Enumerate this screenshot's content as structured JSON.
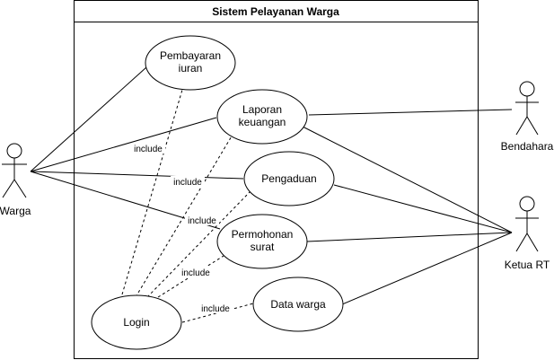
{
  "system": {
    "title": "Sistem Pelayanan Warga"
  },
  "actors": [
    {
      "id": "warga",
      "label": "Warga"
    },
    {
      "id": "bendahara",
      "label": "Bendahara"
    },
    {
      "id": "ketua_rt",
      "label": "Ketua RT"
    }
  ],
  "use_cases": [
    {
      "id": "pembayaran",
      "lines": [
        "Pembayaran",
        "iuran"
      ]
    },
    {
      "id": "laporan",
      "lines": [
        "Laporan",
        "keuangan"
      ]
    },
    {
      "id": "pengaduan",
      "lines": [
        "Pengaduan"
      ]
    },
    {
      "id": "permohonan",
      "lines": [
        "Permohonan",
        "surat"
      ]
    },
    {
      "id": "login",
      "lines": [
        "Login"
      ]
    },
    {
      "id": "data_warga",
      "lines": [
        "Data warga"
      ]
    }
  ],
  "include_relations": [
    {
      "from": "login",
      "to": "pembayaran",
      "label": "include"
    },
    {
      "from": "login",
      "to": "laporan",
      "label": "include"
    },
    {
      "from": "login",
      "to": "pengaduan",
      "label": "include"
    },
    {
      "from": "login",
      "to": "permohonan",
      "label": "include"
    },
    {
      "from": "login",
      "to": "data_warga",
      "label": "include"
    }
  ],
  "associations": [
    {
      "actor": "warga",
      "use_case": "pembayaran"
    },
    {
      "actor": "warga",
      "use_case": "laporan"
    },
    {
      "actor": "warga",
      "use_case": "pengaduan"
    },
    {
      "actor": "warga",
      "use_case": "permohonan"
    },
    {
      "actor": "bendahara",
      "use_case": "laporan"
    },
    {
      "actor": "ketua_rt",
      "use_case": "laporan"
    },
    {
      "actor": "ketua_rt",
      "use_case": "pengaduan"
    },
    {
      "actor": "ketua_rt",
      "use_case": "permohonan"
    },
    {
      "actor": "ketua_rt",
      "use_case": "data_warga"
    }
  ]
}
